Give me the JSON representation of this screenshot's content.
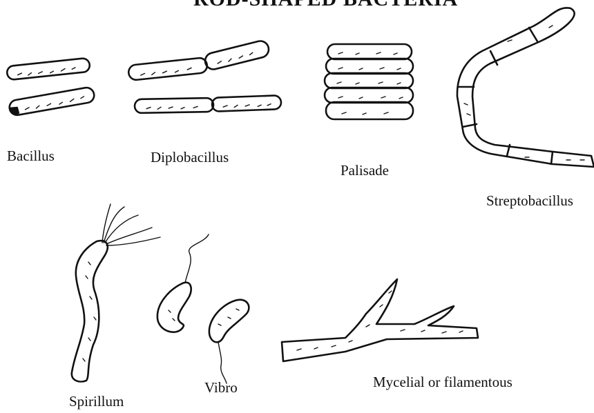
{
  "title": "ROD-SHAPED BACTERIA",
  "labels": {
    "bacillus": "Bacillus",
    "diplobacillus": "Diplobacillus",
    "palisade": "Palisade",
    "streptobacillus": "Streptobacillus",
    "spirillum": "Spirillum",
    "vibro": "Vibro",
    "mycelial": "Mycelial or filamentous"
  }
}
